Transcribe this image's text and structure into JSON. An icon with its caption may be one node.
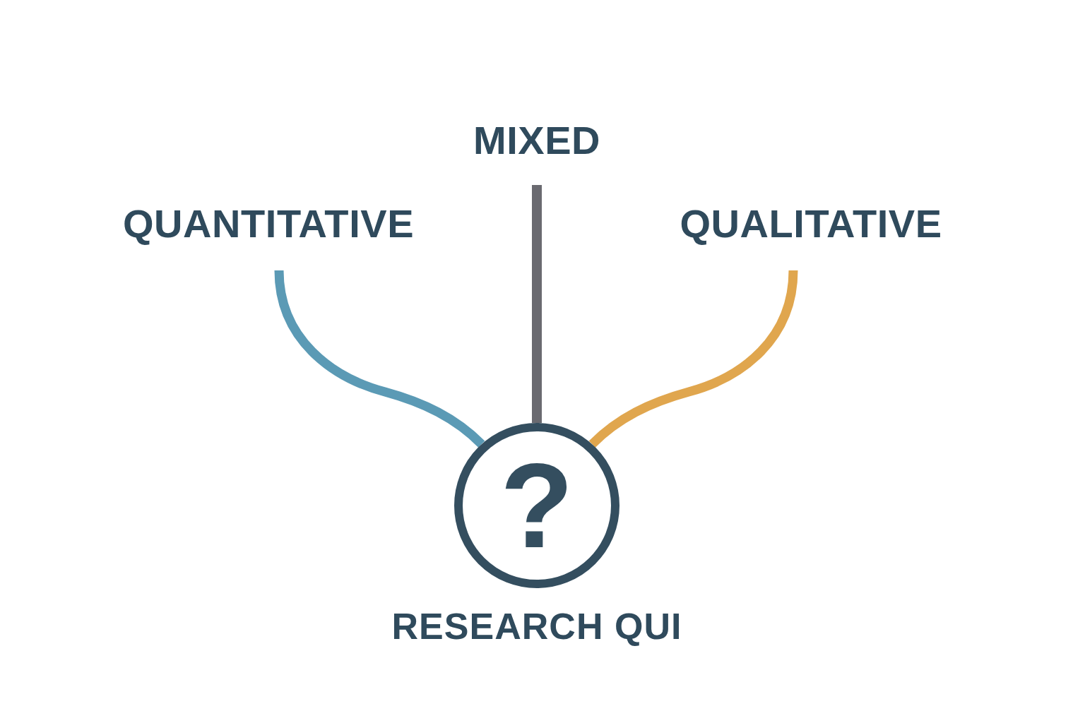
{
  "diagram": {
    "nodes": [
      {
        "text": [
          "QUANTITATIVE"
        ]
      },
      {
        "text": [
          "MIXED"
        ]
      },
      {
        "text": [
          "QUALITATIVE"
        ]
      },
      {
        "text": [
          "?"
        ],
        "beside": [
          "RESEARCH QUI"
        ]
      }
    ],
    "edges": [
      {
        "from": 0,
        "to": 3,
        "arrow": "none",
        "color": "#5b9ab5"
      },
      {
        "from": 1,
        "to": 3,
        "arrow": "none",
        "color": "#6a6a70"
      },
      {
        "from": 2,
        "to": 3,
        "arrow": "none",
        "color": "#e0a64e"
      }
    ]
  }
}
